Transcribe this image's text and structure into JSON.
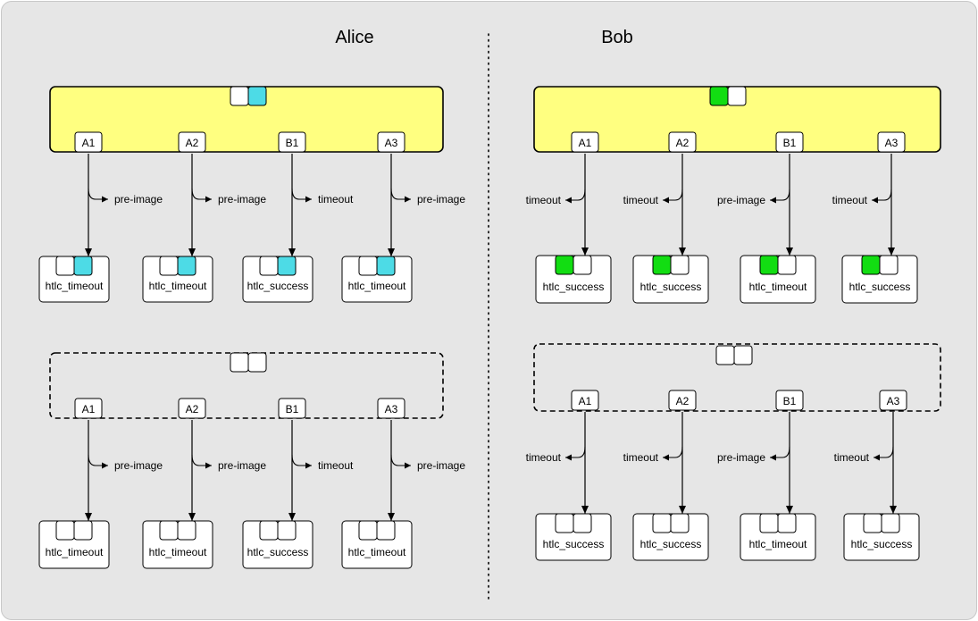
{
  "headers": {
    "left": "Alice",
    "right": "Bob"
  },
  "colors": {
    "commitment_fill": "#ffff80",
    "alice_key": "#4ddbe6",
    "bob_key": "#12dd12",
    "key_empty": "#ffffff",
    "background": "#e6e6e6"
  },
  "icons": {
    "key_pair": "key-pair-icon",
    "arrow": "arrow-icon"
  },
  "alice_top": {
    "commitment": {
      "dashed": false,
      "keys": [
        "empty",
        "alice"
      ]
    },
    "outputs": [
      {
        "id": "A1",
        "arrow_label": "pre-image",
        "tx_label": "htlc_timeout",
        "keys": [
          "empty",
          "alice"
        ]
      },
      {
        "id": "A2",
        "arrow_label": "pre-image",
        "tx_label": "htlc_timeout",
        "keys": [
          "empty",
          "alice"
        ]
      },
      {
        "id": "B1",
        "arrow_label": "timeout",
        "tx_label": "htlc_success",
        "keys": [
          "empty",
          "alice"
        ]
      },
      {
        "id": "A3",
        "arrow_label": "pre-image",
        "tx_label": "htlc_timeout",
        "keys": [
          "empty",
          "alice"
        ]
      }
    ]
  },
  "alice_bottom": {
    "commitment": {
      "dashed": true,
      "keys": [
        "empty",
        "empty"
      ]
    },
    "outputs": [
      {
        "id": "A1",
        "arrow_label": "pre-image",
        "tx_label": "htlc_timeout",
        "keys": [
          "empty",
          "empty"
        ]
      },
      {
        "id": "A2",
        "arrow_label": "pre-image",
        "tx_label": "htlc_timeout",
        "keys": [
          "empty",
          "empty"
        ]
      },
      {
        "id": "B1",
        "arrow_label": "timeout",
        "tx_label": "htlc_success",
        "keys": [
          "empty",
          "empty"
        ]
      },
      {
        "id": "A3",
        "arrow_label": "pre-image",
        "tx_label": "htlc_timeout",
        "keys": [
          "empty",
          "empty"
        ]
      }
    ]
  },
  "bob_top": {
    "commitment": {
      "dashed": false,
      "keys": [
        "bob",
        "empty"
      ]
    },
    "outputs": [
      {
        "id": "A1",
        "arrow_label": "timeout",
        "tx_label": "htlc_success",
        "keys": [
          "bob",
          "empty"
        ]
      },
      {
        "id": "A2",
        "arrow_label": "timeout",
        "tx_label": "htlc_success",
        "keys": [
          "bob",
          "empty"
        ]
      },
      {
        "id": "B1",
        "arrow_label": "pre-image",
        "tx_label": "htlc_timeout",
        "keys": [
          "bob",
          "empty"
        ]
      },
      {
        "id": "A3",
        "arrow_label": "timeout",
        "tx_label": "htlc_success",
        "keys": [
          "bob",
          "empty"
        ]
      }
    ]
  },
  "bob_bottom": {
    "commitment": {
      "dashed": true,
      "keys": [
        "empty",
        "empty"
      ]
    },
    "outputs": [
      {
        "id": "A1",
        "arrow_label": "timeout",
        "tx_label": "htlc_success",
        "keys": [
          "empty",
          "empty"
        ]
      },
      {
        "id": "A2",
        "arrow_label": "timeout",
        "tx_label": "htlc_success",
        "keys": [
          "empty",
          "empty"
        ]
      },
      {
        "id": "B1",
        "arrow_label": "pre-image",
        "tx_label": "htlc_timeout",
        "keys": [
          "empty",
          "empty"
        ]
      },
      {
        "id": "A3",
        "arrow_label": "timeout",
        "tx_label": "htlc_success",
        "keys": [
          "empty",
          "empty"
        ]
      }
    ]
  }
}
